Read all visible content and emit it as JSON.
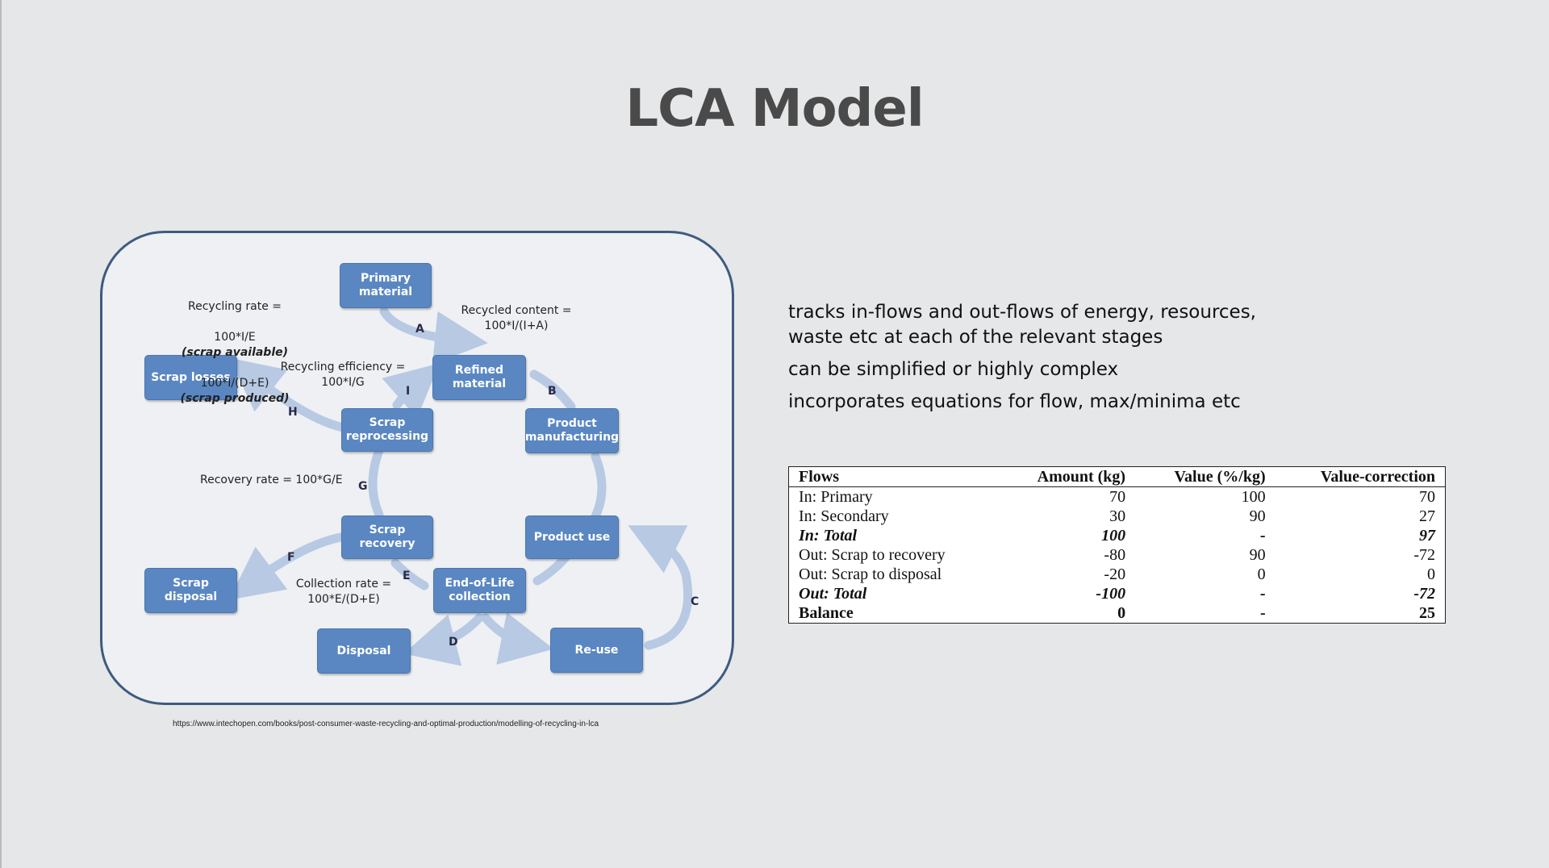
{
  "slide": {
    "title": "LCA Model",
    "source_url": "https://www.intechopen.com/books/post-consumer-waste-recycling-and-optimal-production/modelling-of-recycling-in-lca"
  },
  "diagram": {
    "nodes": {
      "primary_material": "Primary\nmaterial",
      "refined_material": "Refined\nmaterial",
      "product_manufacturing": "Product\nmanufacturing",
      "product_use": "Product use",
      "end_of_life_collection": "End-of-Life\ncollection",
      "re_use": "Re-use",
      "disposal": "Disposal",
      "scrap_recovery": "Scrap recovery",
      "scrap_disposal": "Scrap disposal",
      "scrap_reprocessing": "Scrap\nreprocessing",
      "scrap_losses": "Scrap losses"
    },
    "labels": {
      "recycling_rate_title": "Recycling rate =",
      "recycling_rate_line1": "100*I/E",
      "recycling_rate_line1_note": "(scrap available)",
      "recycling_rate_line2": "100*I/(D+E)",
      "recycling_rate_line2_note": "(scrap produced)",
      "recycled_content": "Recycled content =\n100*I/(I+A)",
      "recycling_efficiency": "Recycling efficiency =\n100*I/G",
      "recovery_rate": "Recovery rate  = 100*G/E",
      "collection_rate": "Collection rate =\n100*E/(D+E)"
    },
    "letters": {
      "A": "A",
      "B": "B",
      "C": "C",
      "D": "D",
      "E": "E",
      "F": "F",
      "G": "G",
      "H": "H",
      "I": "I"
    },
    "colors": {
      "node": "#5a87c2",
      "arrow": "#b7c9e3",
      "frame": "#3e5b80"
    }
  },
  "bullets": [
    "tracks in-flows and out-flows of energy, resources, waste etc at each of the relevant stages",
    "can be simplified or highly complex",
    "incorporates equations for flow, max/minima etc"
  ],
  "table": {
    "headers": [
      "Flows",
      "Amount (kg)",
      "Value (%/kg)",
      "Value-correction"
    ],
    "rows": [
      [
        "In: Primary",
        "70",
        "100",
        "70"
      ],
      [
        "In: Secondary",
        "30",
        "90",
        "27"
      ],
      [
        "In: Total",
        "100",
        "-",
        "97"
      ],
      [
        "Out: Scrap to recovery",
        "-80",
        "90",
        "-72"
      ],
      [
        "Out: Scrap to disposal",
        "-20",
        "0",
        "0"
      ],
      [
        "Out: Total",
        "-100",
        "-",
        "-72"
      ],
      [
        "Balance",
        "0",
        "-",
        "25"
      ]
    ]
  }
}
